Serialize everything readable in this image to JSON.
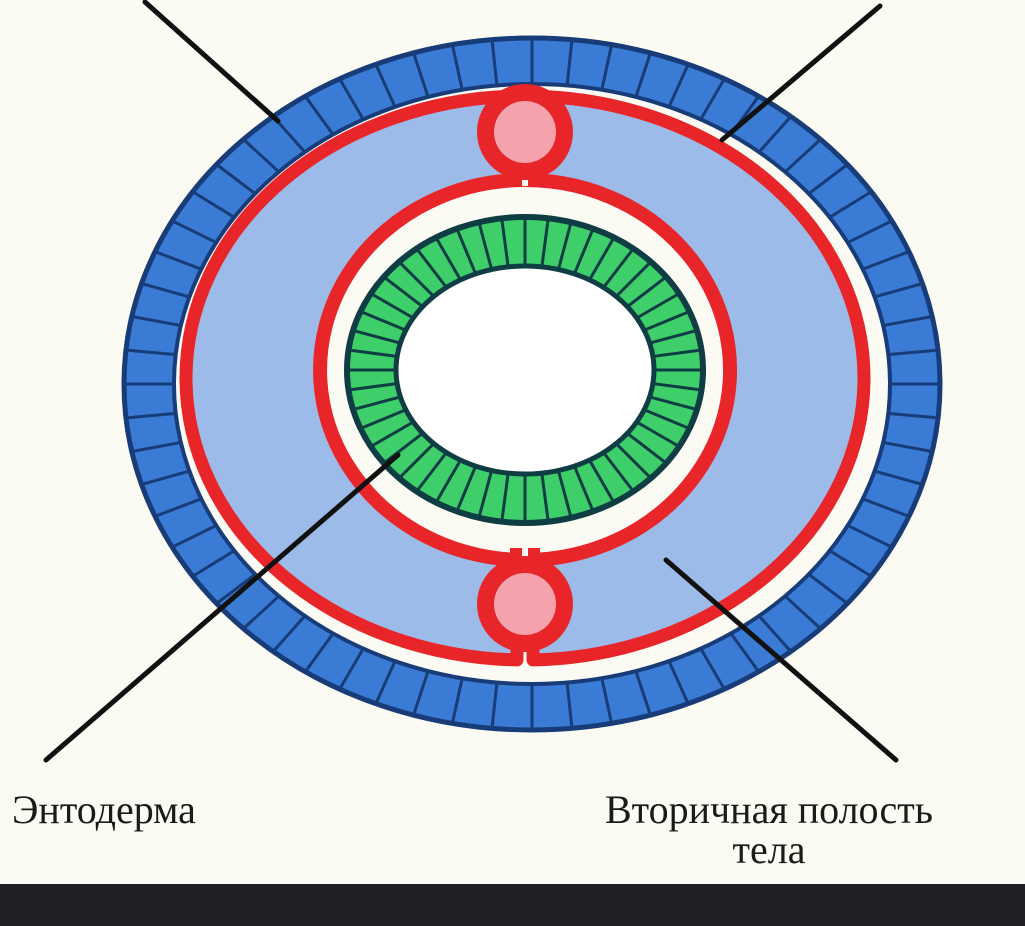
{
  "labels": {
    "entoderm": "Энтодерма",
    "coelom_line1": "Вторичная полость",
    "coelom_line2": "тела"
  },
  "colors": {
    "background": "#fbfaf3",
    "ectoderm_fill": "#3a7bd5",
    "ectoderm_border": "#183c78",
    "cavity_fill": "#9dbbe8",
    "mesoderm_red": "#e8262a",
    "vessel_fill": "#f4a3ae",
    "entoderm_fill": "#3fcf6a",
    "entoderm_border": "#0f3d44",
    "gut_lumen": "#ffffff",
    "pointer_line": "#111111",
    "bottom_bar": "#1f1f24"
  },
  "structure": {
    "ectoderm_cells": 64,
    "entoderm_cells": 48,
    "blood_vessels": 2,
    "pointer_lines": 4
  }
}
